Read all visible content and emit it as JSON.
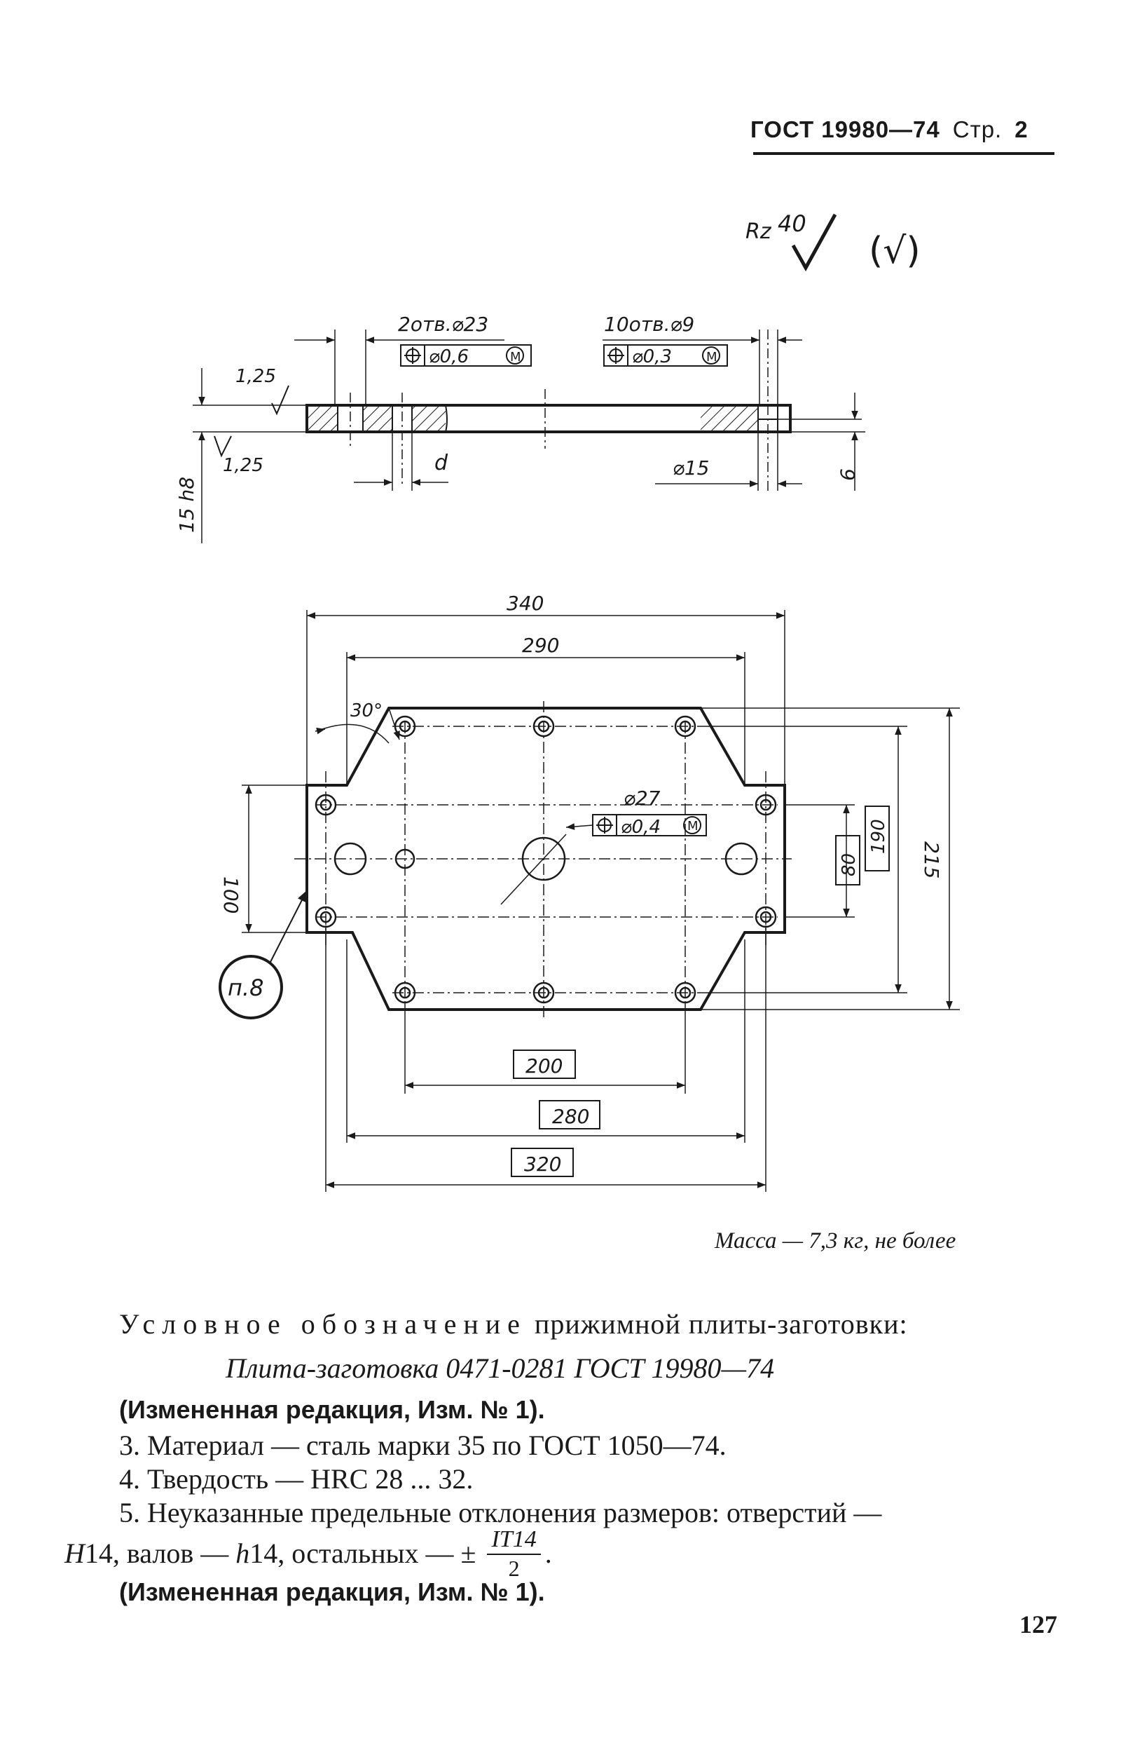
{
  "header": {
    "standard": "ГОСТ 19980—74",
    "page_label": "Стр.",
    "page_no": "2"
  },
  "drawing": {
    "roughness": {
      "rz_label": "Rz",
      "rz_value": "40",
      "other": "(√)"
    },
    "section_view": {
      "holes_left": "2отв.⌀23",
      "position_tol_left": "⌀0,6",
      "holes_right": "10отв.⌀9",
      "position_tol_right": "⌀0,3",
      "chamfer_top": "1,25",
      "chamfer_bottom": "1,25",
      "thickness": "15 h8",
      "d_label": "d",
      "counterbore": "⌀15",
      "depth": "9",
      "modifier": "M"
    },
    "plan_view": {
      "width_total": "340",
      "width_inner": "290",
      "angle": "30°",
      "center_hole": "⌀27",
      "center_tol": "⌀0,4",
      "modifier": "M",
      "height_left": "100",
      "height_80": "80",
      "height_190": "190",
      "height_215": "215",
      "bottom_200": "200",
      "bottom_280": "280",
      "bottom_320": "320",
      "note_ref": "п.8"
    }
  },
  "mass_note": "Масса — 7,3 кг, не более",
  "designation": {
    "label_spaced": "Условное обозначение",
    "label_rest": "прижимной плиты-заготовки:",
    "value": "Плита-заготовка 0471-0281 ГОСТ 19980—74"
  },
  "notes": {
    "revision": "(Измененная редакция, Изм. № 1).",
    "n3": "3. Материал — сталь марки 35 по ГОСТ 1050—74.",
    "n4": "4. Твердость — HRC 28 ... 32.",
    "n5_line1": "5. Неуказанные предельные отклонения размеров: отверстий —",
    "n5_h": "H",
    "n5_h_num": "14, валов — ",
    "n5_hs": "h",
    "n5_rest": "14, остальных — ±",
    "frac_num": "IT14",
    "frac_den": "2",
    "revision2": "(Измененная редакция, Изм. № 1)."
  },
  "page_number": "127"
}
